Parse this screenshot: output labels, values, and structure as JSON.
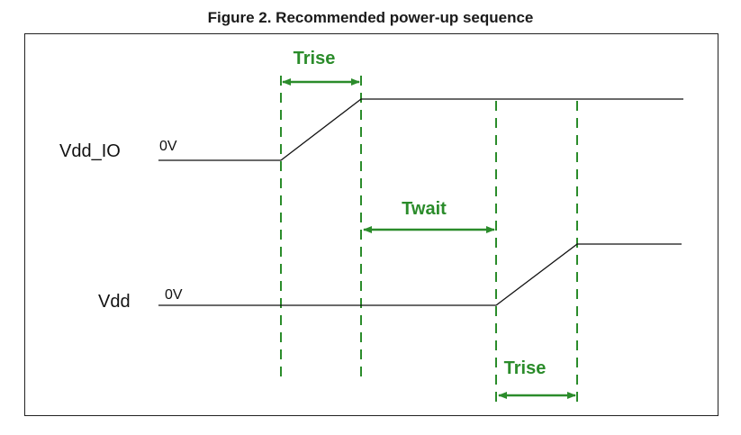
{
  "figure": {
    "title": "Figure 2. Recommended power-up sequence"
  },
  "signals": {
    "vdd_io": {
      "name": "Vdd_IO",
      "level_label": "0V"
    },
    "vdd": {
      "name": "Vdd",
      "level_label": "0V"
    }
  },
  "intervals": {
    "rise_io": "Trise",
    "wait": "Twait",
    "rise_vdd": "Trise"
  },
  "colors": {
    "accent": "#2b8c2b",
    "trace": "#111111",
    "frame": "#222222"
  }
}
